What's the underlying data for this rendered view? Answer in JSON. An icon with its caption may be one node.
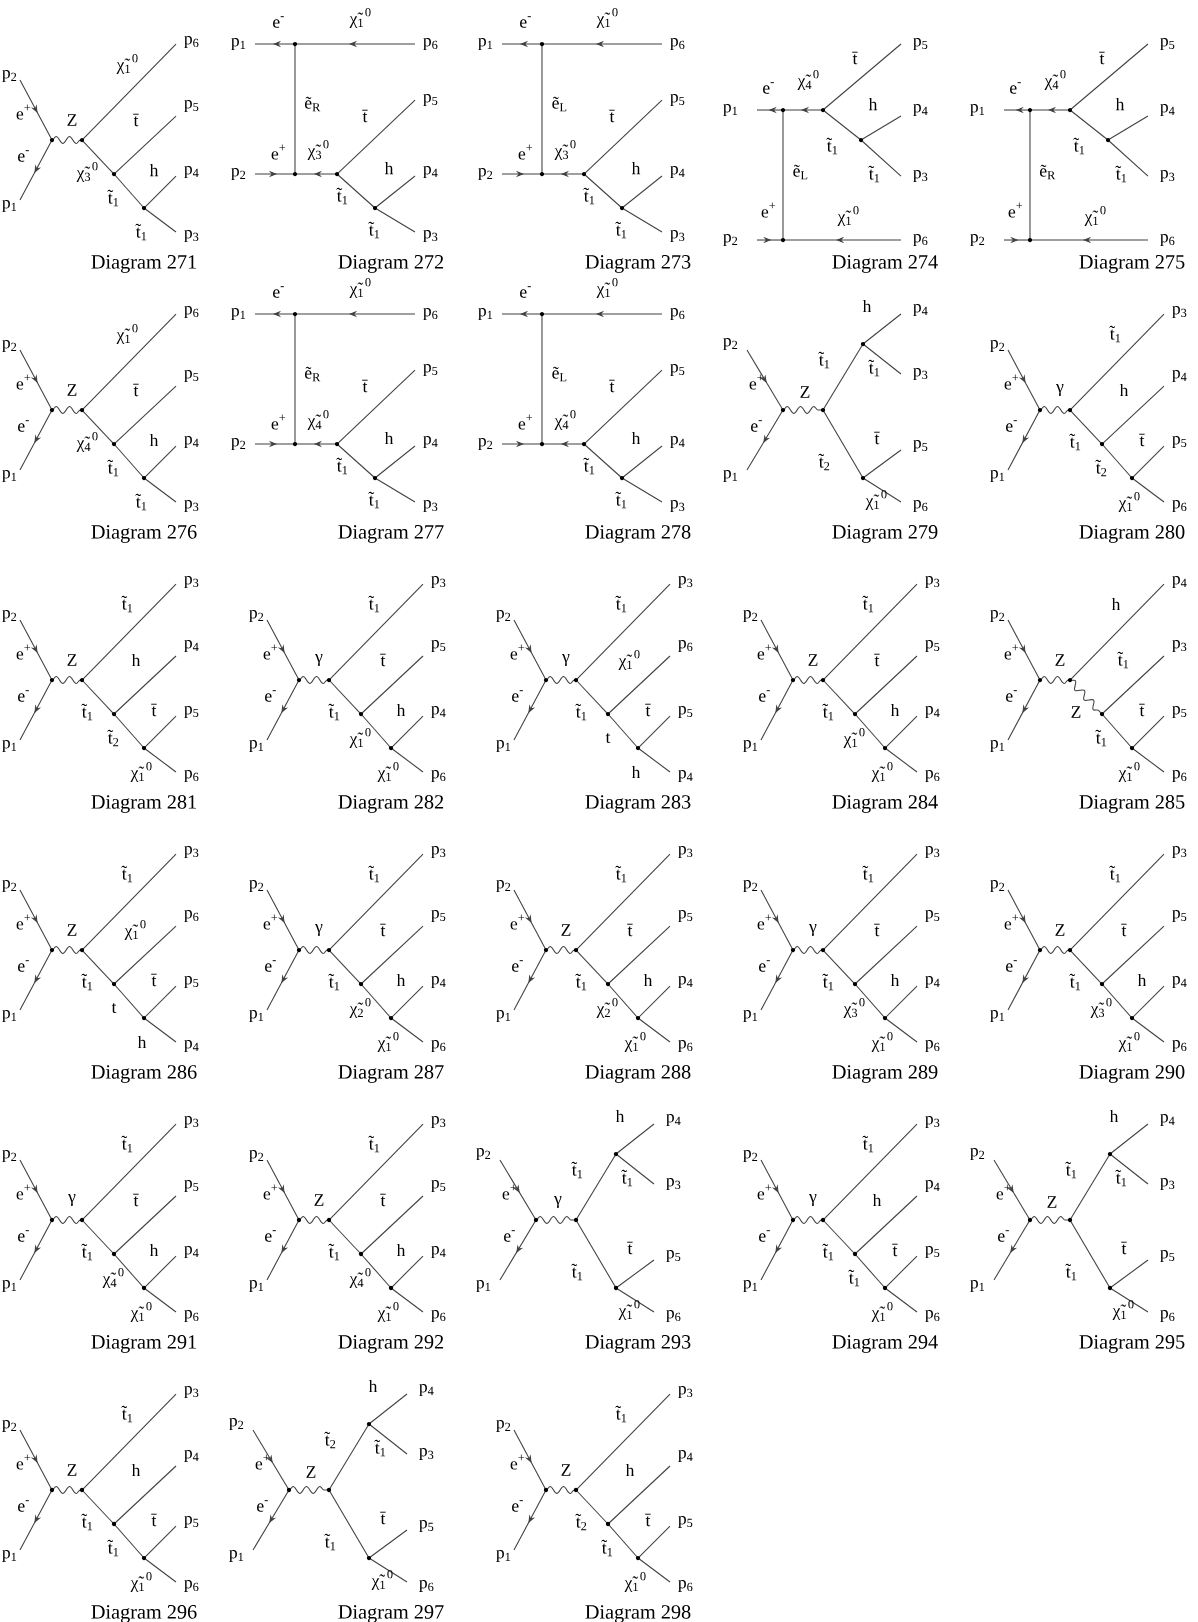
{
  "diagram": {
    "labels": [
      "p$_{2}$",
      "e$^{+}$",
      "e$^{-}$",
      "p$_{1}$",
      "Z",
      "χ̃$_{1}$$^{0}$",
      "p$_{6}$",
      "χ̃$_{3}$$^{0}$",
      "t̄",
      "p$_{5}$",
      "t̃$_{1}$",
      "h",
      "p$_{4}$",
      "t̃$_{1}$",
      "p$_{3}$",
      "Diagram 271",
      "p$_{1}$",
      "e$^{-}$",
      "χ̃$_{1}$$^{0}$",
      "p$_{6}$",
      "ẽ$_{R}$",
      "e$^{+}$",
      "p$_{2}$",
      "χ̃$_{3}$$^{0}$",
      "t̄",
      "p$_{5}$",
      "t̃$_{1}$",
      "h",
      "p$_{4}$",
      "t̃$_{1}$",
      "p$_{3}$",
      "Diagram 272",
      "p$_{1}$",
      "e$^{-}$",
      "χ̃$_{1}$$^{0}$",
      "p$_{6}$",
      "ẽ$_{L}$",
      "e$^{+}$",
      "p$_{2}$",
      "χ̃$_{3}$$^{0}$",
      "t̄",
      "p$_{5}$",
      "t̃$_{1}$",
      "h",
      "p$_{4}$",
      "t̃$_{1}$",
      "p$_{3}$",
      "Diagram 273",
      "p$_{1}$",
      "e$^{-}$",
      "χ̃$_{4}$$^{0}$",
      "t̄",
      "p$_{5}$",
      "t̃$_{1}$",
      "h",
      "p$_{4}$",
      "ẽ$_{L}$",
      "t̃$_{1}$",
      "p$_{3}$",
      "e$^{+}$",
      "p$_{2}$",
      "χ̃$_{1}$$^{0}$",
      "p$_{6}$",
      "Diagram 274",
      "p$_{1}$",
      "e$^{-}$",
      "χ̃$_{4}$$^{0}$",
      "t̄",
      "p$_{5}$",
      "t̃$_{1}$",
      "h",
      "p$_{4}$",
      "ẽ$_{R}$",
      "t̃$_{1}$",
      "p$_{3}$",
      "e$^{+}$",
      "p$_{2}$",
      "χ̃$_{1}$$^{0}$",
      "p$_{6}$",
      "Diagram 275",
      "p$_{2}$",
      "e$^{+}$",
      "e$^{-}$",
      "p$_{1}$",
      "Z",
      "χ̃$_{1}$$^{0}$",
      "p$_{6}$",
      "χ̃$_{4}$$^{0}$",
      "t̄",
      "p$_{5}$",
      "t̃$_{1}$",
      "h",
      "p$_{4}$",
      "t̃$_{1}$",
      "p$_{3}$",
      "Diagram 276",
      "p$_{1}$",
      "e$^{-}$",
      "χ̃$_{1}$$^{0}$",
      "p$_{6}$",
      "ẽ$_{R}$",
      "e$^{+}$",
      "p$_{2}$",
      "χ̃$_{4}$$^{0}$",
      "t̄",
      "p$_{5}$",
      "t̃$_{1}$",
      "h",
      "p$_{4}$",
      "t̃$_{1}$",
      "p$_{3}$",
      "Diagram 277",
      "p$_{1}$",
      "e$^{-}$",
      "χ̃$_{1}$$^{0}$",
      "p$_{6}$",
      "ẽ$_{L}$",
      "e$^{+}$",
      "p$_{2}$",
      "χ̃$_{4}$$^{0}$",
      "t̄",
      "p$_{5}$",
      "t̃$_{1}$",
      "h",
      "p$_{4}$",
      "t̃$_{1}$",
      "p$_{3}$",
      "Diagram 278",
      "p$_{2}$",
      "e$^{+}$",
      "e$^{-}$",
      "p$_{1}$",
      "Z",
      "t̃$_{1}$",
      "h",
      "p$_{4}$",
      "t̃$_{1}$",
      "p$_{3}$",
      "t̃$_{2}$",
      "t̄",
      "p$_{5}$",
      "χ̃$_{1}$$^{0}$",
      "p$_{6}$",
      "Diagram 279",
      "p$_{2}$",
      "e$^{+}$",
      "e$^{-}$",
      "p$_{1}$",
      "γ",
      "t̃$_{1}$",
      "p$_{3}$",
      "t̃$_{1}$",
      "h",
      "p$_{4}$",
      "t̃$_{2}$",
      "t̄",
      "p$_{5}$",
      "χ̃$_{1}$$^{0}$",
      "p$_{6}$",
      "Diagram 280",
      "p$_{2}$",
      "e$^{+}$",
      "e$^{-}$",
      "p$_{1}$",
      "Z",
      "t̃$_{1}$",
      "p$_{3}$",
      "t̃$_{1}$",
      "h",
      "p$_{4}$",
      "t̃$_{2}$",
      "t̄",
      "p$_{5}$",
      "χ̃$_{1}$$^{0}$",
      "p$_{6}$",
      "Diagram 281",
      "p$_{2}$",
      "e$^{+}$",
      "e$^{-}$",
      "p$_{1}$",
      "γ",
      "t̃$_{1}$",
      "p$_{3}$",
      "t̃$_{1}$",
      "t̄",
      "p$_{5}$",
      "χ̃$_{1}$$^{0}$",
      "h",
      "p$_{4}$",
      "χ̃$_{1}$$^{0}$",
      "p$_{6}$",
      "Diagram 282",
      "p$_{2}$",
      "e$^{+}$",
      "e$^{-}$",
      "p$_{1}$",
      "γ",
      "t̃$_{1}$",
      "p$_{3}$",
      "t̃$_{1}$",
      "χ̃$_{1}$$^{0}$",
      "p$_{6}$",
      "t",
      "t̄",
      "p$_{5}$",
      "h",
      "p$_{4}$",
      "Diagram 283",
      "p$_{2}$",
      "e$^{+}$",
      "e$^{-}$",
      "p$_{1}$",
      "Z",
      "t̃$_{1}$",
      "p$_{3}$",
      "t̃$_{1}$",
      "t̄",
      "p$_{5}$",
      "χ̃$_{1}$$^{0}$",
      "h",
      "p$_{4}$",
      "χ̃$_{1}$$^{0}$",
      "p$_{6}$",
      "Diagram 284",
      "p$_{2}$",
      "e$^{+}$",
      "e$^{-}$",
      "p$_{1}$",
      "Z",
      "h",
      "p$_{4}$",
      "Z",
      "t̃$_{1}$",
      "p$_{3}$",
      "t̃$_{1}$",
      "t̄",
      "p$_{5}$",
      "χ̃$_{1}$$^{0}$",
      "p$_{6}$",
      "Diagram 285",
      "p$_{2}$",
      "e$^{+}$",
      "e$^{-}$",
      "p$_{1}$",
      "Z",
      "t̃$_{1}$",
      "p$_{3}$",
      "t̃$_{1}$",
      "χ̃$_{1}$$^{0}$",
      "p$_{6}$",
      "t",
      "t̄",
      "p$_{5}$",
      "h",
      "p$_{4}$",
      "Diagram 286",
      "p$_{2}$",
      "e$^{+}$",
      "e$^{-}$",
      "p$_{1}$",
      "γ",
      "t̃$_{1}$",
      "p$_{3}$",
      "t̃$_{1}$",
      "t̄",
      "p$_{5}$",
      "χ̃$_{2}$$^{0}$",
      "h",
      "p$_{4}$",
      "χ̃$_{1}$$^{0}$",
      "p$_{6}$",
      "Diagram 287",
      "p$_{2}$",
      "e$^{+}$",
      "e$^{-}$",
      "p$_{1}$",
      "Z",
      "t̃$_{1}$",
      "p$_{3}$",
      "t̃$_{1}$",
      "t̄",
      "p$_{5}$",
      "χ̃$_{2}$$^{0}$",
      "h",
      "p$_{4}$",
      "χ̃$_{1}$$^{0}$",
      "p$_{6}$",
      "Diagram 288",
      "p$_{2}$",
      "e$^{+}$",
      "e$^{-}$",
      "p$_{1}$",
      "γ",
      "t̃$_{1}$",
      "p$_{3}$",
      "t̃$_{1}$",
      "t̄",
      "p$_{5}$",
      "χ̃$_{3}$$^{0}$",
      "h",
      "p$_{4}$",
      "χ̃$_{1}$$^{0}$",
      "p$_{6}$",
      "Diagram 289",
      "p$_{2}$",
      "e$^{+}$",
      "e$^{-}$",
      "p$_{1}$",
      "Z",
      "t̃$_{1}$",
      "p$_{3}$",
      "t̃$_{1}$",
      "t̄",
      "p$_{5}$",
      "χ̃$_{3}$$^{0}$",
      "h",
      "p$_{4}$",
      "χ̃$_{1}$$^{0}$",
      "p$_{6}$",
      "Diagram 290",
      "p$_{2}$",
      "e$^{+}$",
      "e$^{-}$",
      "p$_{1}$",
      "γ",
      "t̃$_{1}$",
      "p$_{3}$",
      "t̃$_{1}$",
      "t̄",
      "p$_{5}$",
      "χ̃$_{4}$$^{0}$",
      "h",
      "p$_{4}$",
      "χ̃$_{1}$$^{0}$",
      "p$_{6}$",
      "Diagram 291",
      "p$_{2}$",
      "e$^{+}$",
      "e$^{-}$",
      "p$_{1}$",
      "Z",
      "t̃$_{1}$",
      "p$_{3}$",
      "t̃$_{1}$",
      "t̄",
      "p$_{5}$",
      "χ̃$_{4}$$^{0}$",
      "h",
      "p$_{4}$",
      "χ̃$_{1}$$^{0}$",
      "p$_{6}$",
      "Diagram 292",
      "p$_{2}$",
      "e$^{+}$",
      "e$^{-}$",
      "p$_{1}$",
      "γ",
      "t̃$_{1}$",
      "h",
      "p$_{4}$",
      "t̃$_{1}$",
      "p$_{3}$",
      "t̃$_{1}$",
      "t̄",
      "p$_{5}$",
      "χ̃$_{1}$$^{0}$",
      "p$_{6}$",
      "Diagram 293",
      "p$_{2}$",
      "e$^{+}$",
      "e$^{-}$",
      "p$_{1}$",
      "γ",
      "t̃$_{1}$",
      "p$_{3}$",
      "t̃$_{1}$",
      "h",
      "p$_{4}$",
      "t̃$_{1}$",
      "t̄",
      "p$_{5}$",
      "χ̃$_{1}$$^{0}$",
      "p$_{6}$",
      "Diagram 294",
      "p$_{2}$",
      "e$^{+}$",
      "e$^{-}$",
      "p$_{1}$",
      "Z",
      "t̃$_{1}$",
      "h",
      "p$_{4}$",
      "t̃$_{1}$",
      "p$_{3}$",
      "t̃$_{1}$",
      "t̄",
      "p$_{5}$",
      "χ̃$_{1}$$^{0}$",
      "p$_{6}$",
      "Diagram 295",
      "p$_{2}$",
      "e$^{+}$",
      "e$^{-}$",
      "p$_{1}$",
      "Z",
      "t̃$_{1}$",
      "p$_{3}$",
      "t̃$_{1}$",
      "h",
      "p$_{4}$",
      "t̃$_{1}$",
      "t̄",
      "p$_{5}$",
      "χ̃$_{1}$$^{0}$",
      "p$_{6}$",
      "Diagram 296",
      "p$_{2}$",
      "e$^{+}$",
      "e$^{-}$",
      "p$_{1}$",
      "Z",
      "t̃$_{2}$",
      "h",
      "p$_{4}$",
      "t̃$_{1}$",
      "p$_{3}$",
      "t̃$_{1}$",
      "t̄",
      "p$_{5}$",
      "χ̃$_{1}$$^{0}$",
      "p$_{6}$",
      "Diagram 297",
      "p$_{2}$",
      "e$^{+}$",
      "e$^{-}$",
      "p$_{1}$",
      "Z",
      "t̃$_{1}$",
      "p$_{3}$",
      "t̃$_{2}$",
      "h",
      "p$_{4}$",
      "t̃$_{1}$",
      "t̄",
      "p$_{5}$",
      "χ̃$_{1}$$^{0}$",
      "p$_{6}$",
      "Diagram 298"
    ]
  }
}
